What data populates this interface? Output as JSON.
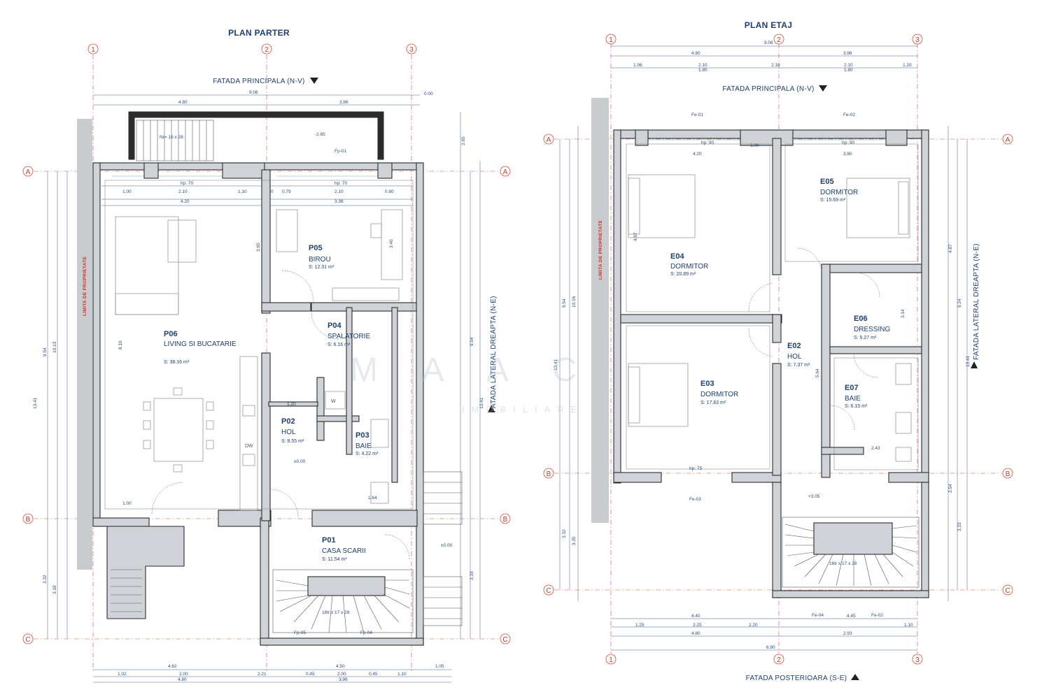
{
  "ground": {
    "title": "PLAN PARTER",
    "facade_top": "FATADA PRINCIPALA (N-V)",
    "facade_right": "FATADA LATERAL DREAPTA (N-E)",
    "limit": "LIMITA DE PROPRIETATE",
    "axes": {
      "a1": "1",
      "a2": "2",
      "a3": "3",
      "rA": "A",
      "rB": "B",
      "rC": "C"
    },
    "rooms": {
      "p06": {
        "code": "P06",
        "name": "LIVING SI BUCATARIE",
        "area": "S: 38.16 m²"
      },
      "p05": {
        "code": "P05",
        "name": "BIROU",
        "area": "S: 12.31 m²"
      },
      "p04": {
        "code": "P04",
        "name": "SPALATORIE",
        "area": "S: 6.16 m²"
      },
      "p02": {
        "code": "P02",
        "name": "HOL",
        "area": "S: 8.55 m²"
      },
      "p03": {
        "code": "P03",
        "name": "BAIE",
        "area": "S: 4.22 m²"
      },
      "p01": {
        "code": "P01",
        "name": "CASA SCARII",
        "area": "S: 11.54 m²"
      }
    },
    "dims": {
      "top_total": "9.06",
      "top_a": "4.80",
      "top_b": "3.96",
      "top_zero": "0.00",
      "top_l1": "1.00",
      "top_l2": "2.10",
      "top_l3": "1.10",
      "top_l4": "0.30",
      "top_l5": "0.79",
      "top_l6": "2.10",
      "top_l7": "0.80",
      "in_a": "4.20",
      "in_b": "3.38",
      "bot_a": "4.62",
      "bot_b": "4.50",
      "bot_c": "3.96",
      "bot_total": "4.80",
      "bot_d": "1.05",
      "bot_s1": "1.02",
      "bot_s2": "2.00",
      "bot_s3": "2.21",
      "bot_s4": "0.45",
      "bot_s5": "2.00",
      "bot_s6": "0.45",
      "bot_s7": "1.10",
      "left_a": "9.54",
      "left_b": "10.13",
      "left_c": "13.41",
      "left_d": "3.32",
      "left_e": "3.18",
      "right_a": "9.54",
      "right_b": "13.41",
      "right_c": "3.33",
      "right_d": "2.65",
      "lvl_0": "±0.00",
      "lvl_1": "-2.65",
      "lvl_2": "±0.00",
      "stairs_1": "Nr= 16 x 28",
      "stairs_2": "16tr x 17 x 28",
      "door_hp": "hp: 70",
      "door_hp2": "hp: 70",
      "int_1": "3.65",
      "int_2": "3.40",
      "int_3": "8.10",
      "int_4": "1.20",
      "int_5": "1.64",
      "fp_1": "Fp-01",
      "fp_2": "Fp-05",
      "fp_3": "Fp-04"
    },
    "furniture": {
      "dw": "DW",
      "w": "W"
    }
  },
  "upper": {
    "title": "PLAN ETAJ",
    "facade_top": "FATADA PRINCIPALA (N-V)",
    "facade_right": "FATADA LATERAL DREAPTA (N-E)",
    "facade_bottom": "FATADA POSTERIOARA (S-E)",
    "limit": "LIMITA DE PROPRIETATE",
    "axes": {
      "a1": "1",
      "a2": "2",
      "a3": "3",
      "rA": "A",
      "rB": "B",
      "rC": "C"
    },
    "rooms": {
      "e04": {
        "code": "E04",
        "name": "DORMITOR",
        "area": "S: 20.89 m²"
      },
      "e05": {
        "code": "E05",
        "name": "DORMITOR",
        "area": "S: 15.69 m²"
      },
      "e06": {
        "code": "E06",
        "name": "DRESSING",
        "area": "S: 5.27 m²"
      },
      "e02": {
        "code": "E02",
        "name": "HOL",
        "area": "S: 7.37 m²"
      },
      "e03": {
        "code": "E03",
        "name": "DORMITOR",
        "area": "S: 17.83 m²"
      },
      "e07": {
        "code": "E07",
        "name": "BAIE",
        "area": "S: 6.15 m²"
      }
    },
    "dims": {
      "top_total": "9.06",
      "top_a": "4.80",
      "top_b": "3.96",
      "top_l1": "1.06",
      "top_l2": "2.10",
      "top_l3": "2.10",
      "top_l4": "1.20",
      "top_m1": "1.80",
      "top_m2": "1.80",
      "in_a": "4.20",
      "in_b": "3.80",
      "in_c": "1.00",
      "hp_a": "hp: 90",
      "hp_b": "hp: 90",
      "hp_c": "hp: 75",
      "bot_a": "4.40",
      "bot_b": "4.45",
      "bot_c": "2.20",
      "bot_d": "4.80",
      "bot_e": "2.93",
      "bot_total": "6.80",
      "bot_s1": "1.25",
      "bot_s2": "1.10",
      "bot_s3": "2.25",
      "left_a": "9.54",
      "left_b": "10.16",
      "left_c": "13.41",
      "left_d": "3.32",
      "left_e": "3.35",
      "right_a": "4.87",
      "right_b": "9.24",
      "right_c": "13.41",
      "right_d": "2.54",
      "right_e": "3.33",
      "int_1": "4.97",
      "int_2": "5.64",
      "int_3": "3.14",
      "int_4": "2.43",
      "lvl": "+3.05",
      "stairs": "16tr x 17 x 28",
      "fe_1": "Fe-01",
      "fe_2": "Fe-02",
      "fe_3": "Fe-03",
      "fe_4": "Fe-04"
    }
  },
  "watermark": {
    "main": "M A A C",
    "sub": "IMOBILIARE"
  }
}
